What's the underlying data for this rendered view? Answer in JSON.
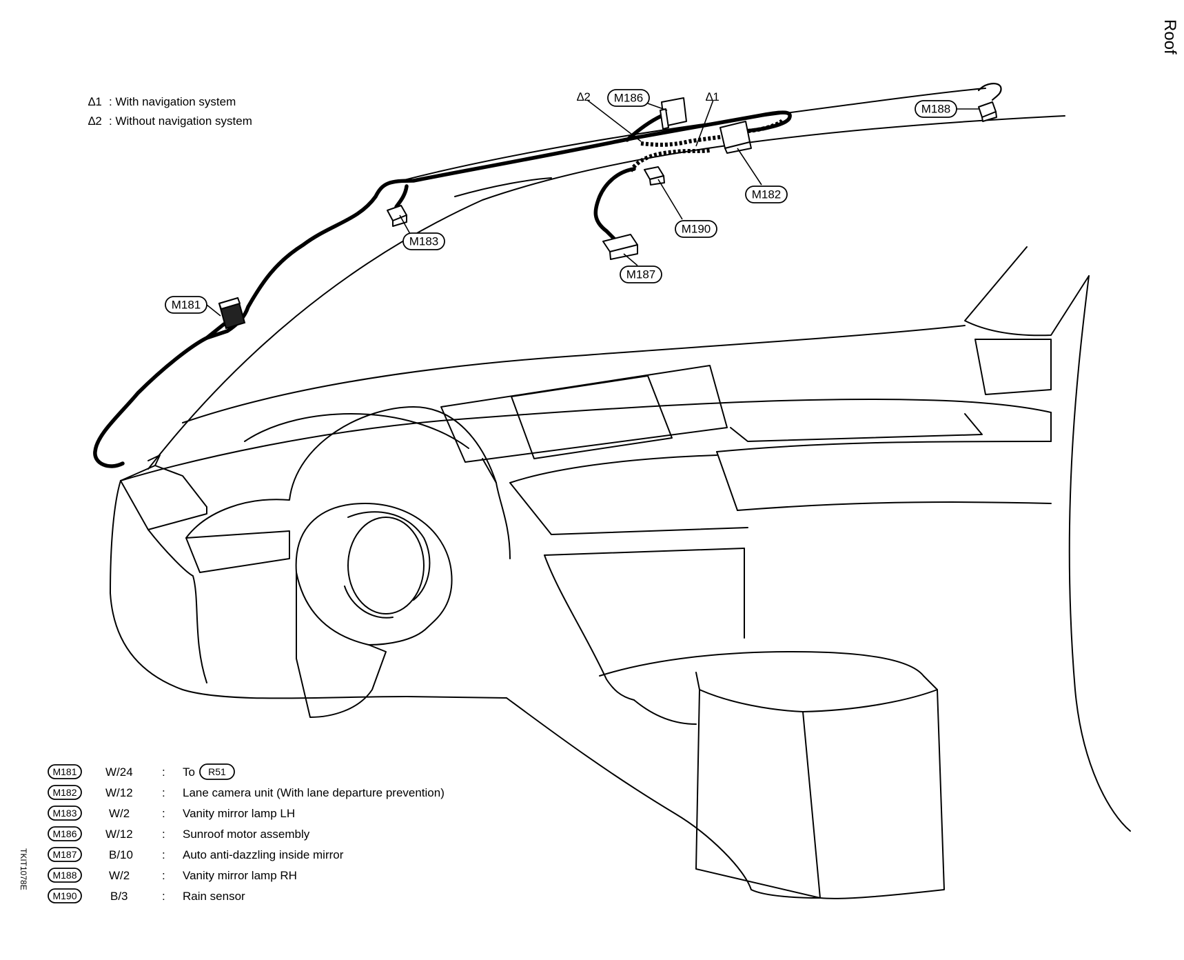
{
  "page_title": "Roof",
  "notes": [
    {
      "mark": "∆1",
      "text": ": With navigation system"
    },
    {
      "mark": "∆2",
      "text": ": Without navigation system"
    }
  ],
  "callouts": {
    "m181": "M181",
    "m182": "M182",
    "m183": "M183",
    "m186": "M186",
    "m187": "M187",
    "m188": "M188",
    "m190": "M190",
    "star1": "∆1",
    "star2": "∆2"
  },
  "legend": [
    {
      "connector": "M181",
      "spec": "W/24",
      "sep": ":",
      "desc": "To",
      "ref": "R51"
    },
    {
      "connector": "M182",
      "spec": "W/12",
      "sep": ":",
      "desc": "Lane camera unit (With lane departure prevention)"
    },
    {
      "connector": "M183",
      "spec": "W/2",
      "sep": ":",
      "desc": "Vanity mirror lamp LH"
    },
    {
      "connector": "M186",
      "spec": "W/12",
      "sep": ":",
      "desc": "Sunroof motor assembly"
    },
    {
      "connector": "M187",
      "spec": "B/10",
      "sep": ":",
      "desc": "Auto anti-dazzling inside mirror"
    },
    {
      "connector": "M188",
      "spec": "W/2",
      "sep": ":",
      "desc": "Vanity mirror lamp RH"
    },
    {
      "connector": "M190",
      "spec": "B/3",
      "sep": ":",
      "desc": "Rain  sensor"
    }
  ],
  "ref_code": "TKIT1078E"
}
